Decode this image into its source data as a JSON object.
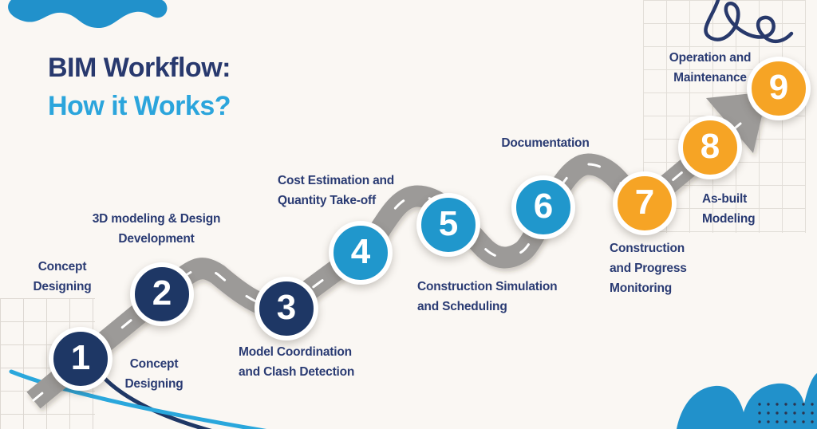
{
  "title": {
    "line1": "BIM Workflow:",
    "line2": "How it Works?"
  },
  "steps": [
    {
      "number": "1",
      "label": "Concept Designing",
      "lines": [
        "Concept",
        "Designing"
      ],
      "color": "#1E3765"
    },
    {
      "number": "2",
      "label": "3D modeling & Design Development",
      "lines": [
        "3D modeling & Design",
        "Development"
      ],
      "color": "#1E3765"
    },
    {
      "number": "3",
      "label": "Model Coordination and Clash Detection",
      "lines": [
        "Model Coordination",
        "and Clash Detection"
      ],
      "color": "#1E3765"
    },
    {
      "number": "4",
      "label": "Cost Estimation and Quantity Take-off",
      "lines": [
        "Cost Estimation and",
        "Quantity Take-off"
      ],
      "color": "#2097CC"
    },
    {
      "number": "5",
      "label": "Construction Simulation and Scheduling",
      "lines": [
        "Construction Simulation",
        "and Scheduling"
      ],
      "color": "#2097CC"
    },
    {
      "number": "6",
      "label": "Documentation",
      "lines": [
        "Documentation"
      ],
      "color": "#2097CC"
    },
    {
      "number": "7",
      "label": "Construction and Progress Monitoring",
      "lines": [
        "Construction",
        "and Progress",
        "Monitoring"
      ],
      "color": "#F6A425"
    },
    {
      "number": "8",
      "label": "As-built Modeling",
      "lines": [
        "As-built",
        "Modeling"
      ],
      "color": "#F6A425"
    },
    {
      "number": "9",
      "label": "Operation and Maintenance",
      "lines": [
        "Operation and",
        "Maintenance"
      ],
      "color": "#F6A425"
    }
  ],
  "colors": {
    "background": "#FAF7F3",
    "navy_circle": "#1E3765",
    "teal_circle": "#2097CC",
    "orange_circle": "#F6A425",
    "road_gray": "#9C9A98",
    "title_navy": "#28396E",
    "title_blue": "#2BA5DC",
    "label_navy": "#2A3B73",
    "blob_blue": "#2191CB"
  }
}
